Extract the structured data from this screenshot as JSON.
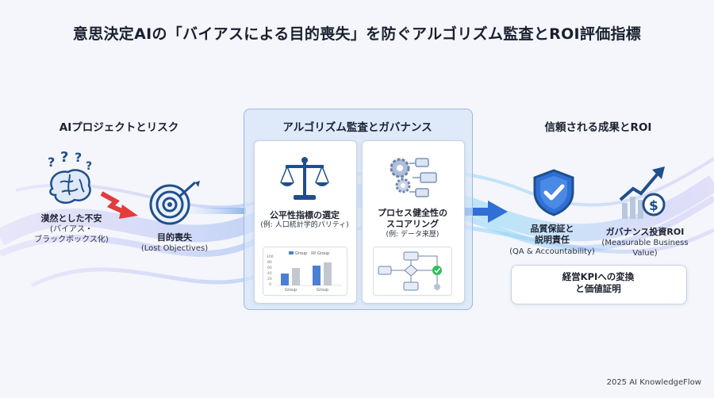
{
  "title": "意思決定AIの「バイアスによる目的喪失」を防ぐアルゴリズム監査とROI評価指標",
  "left": {
    "heading": "AIプロジェクトとリスク",
    "uncertainty": {
      "label": "漠然とした不安",
      "sub1": "(バイアス・",
      "sub2": "ブラックボックス化)",
      "icon": "confused-brain-icon"
    },
    "lost": {
      "label": "目的喪失",
      "sub": "(Lost Objectives)",
      "icon": "target-missed-icon"
    }
  },
  "center": {
    "heading": "アルゴリズム監査とガバナンス",
    "fairness": {
      "label": "公平性指標の選定",
      "sub": "(例: 人口統計学的パリティ)",
      "icon": "balance-scale-icon",
      "legend": [
        "Group",
        "Group"
      ],
      "axis_ticks": [
        "100",
        "80",
        "60",
        "40",
        "20",
        "0"
      ],
      "categories": [
        "Group",
        "Group"
      ]
    },
    "process": {
      "label1": "プロセス健全性の",
      "label2": "スコアリング",
      "sub": "(例: データ来歴)",
      "icon": "gears-flow-icon"
    }
  },
  "right": {
    "heading": "信頼される成果とROI",
    "qa": {
      "label1": "品質保証と",
      "label2": "説明責任",
      "sub": "(QA & Accountability)",
      "icon": "shield-check-icon"
    },
    "roi": {
      "label": "ガバナンス投資ROI",
      "sub1": "(Measurable Business",
      "sub2": "Value)",
      "icon": "roi-growth-icon"
    },
    "kpi": {
      "line1": "経営KPIへの変換",
      "line2": "と価値証明"
    }
  },
  "footer": "2025 AI KnowledgeFlow",
  "colors": {
    "accent": "#2f6fd6",
    "red": "#e23c3c",
    "green": "#2fbf5a",
    "dark": "#1f4f8c"
  }
}
